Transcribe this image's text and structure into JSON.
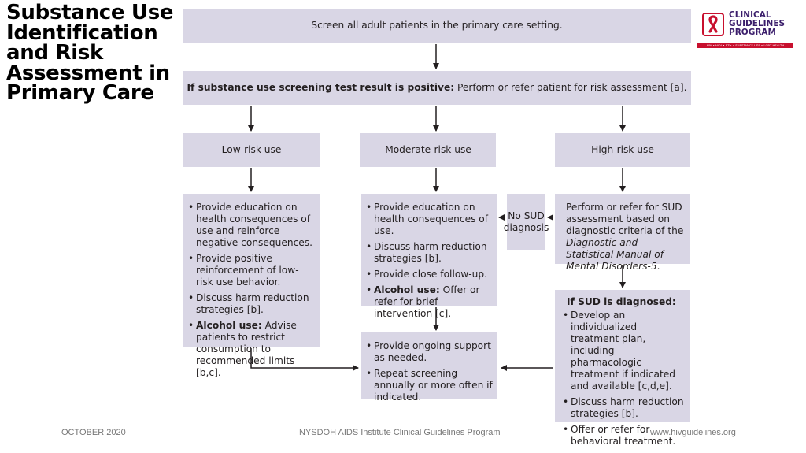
{
  "slide": {
    "title": "Substance Use Identification and Risk Assessment in Primary Care"
  },
  "logo": {
    "name_line1": "CLINICAL",
    "name_line2": "GUIDELINES",
    "name_line3": "PROGRAM",
    "tagline": "HIV • HCV • STIs • SUBSTANCE USE • LGBT HEALTH"
  },
  "flowchart": {
    "screen": "Screen all adult patients in the primary care setting.",
    "positive_bold": "If substance use screening test result is positive:",
    "positive_rest": " Perform or refer patient for risk assessment [a].",
    "low_label": "Low-risk use",
    "moderate_label": "Moderate-risk use",
    "high_label": "High-risk use",
    "low_actions": {
      "item1": "Provide education on health consequences of use and reinforce negative consequences.",
      "item2": "Provide positive reinforcement of low-risk use behavior.",
      "item3": "Discuss harm reduction strategies [b].",
      "item4_bold": "Alcohol use:",
      "item4_rest": " Advise patients to restrict consumption to recommended limits [b,c]."
    },
    "moderate_actions": {
      "item1": "Provide education on health consequences of use.",
      "item2": "Discuss harm reduction strategies [b].",
      "item3": "Provide close follow-up.",
      "item4_bold": "Alcohol use:",
      "item4_rest": " Offer or refer for brief intervention [c]."
    },
    "no_sud": "No SUD diagnosis",
    "high_assessment_pre": "Perform or refer for SUD assessment based on diagnostic criteria of the ",
    "high_assessment_italic": "Diagnostic and Statistical Manual of Mental Disorders-5",
    "high_assessment_post": ".",
    "sud_heading": "If SUD is diagnosed:",
    "sud_actions": {
      "item1": "Develop an individualized treatment plan, including pharmacologic treatment if indicated and available [c,d,e].",
      "item2": "Discuss harm reduction strategies [b].",
      "item3": "Offer or refer for behavioral treatment."
    },
    "ongoing": {
      "item1": "Provide ongoing support as needed.",
      "item2": "Repeat screening annually or more often if indicated."
    }
  },
  "footer": {
    "date": "OCTOBER 2020",
    "org": "NYSDOH AIDS Institute Clinical Guidelines Program",
    "url": "www.hivguidelines.org"
  },
  "colors": {
    "box_fill": "#d9d6e5",
    "logo_red": "#c8102e",
    "logo_purple": "#3b1e6b"
  }
}
